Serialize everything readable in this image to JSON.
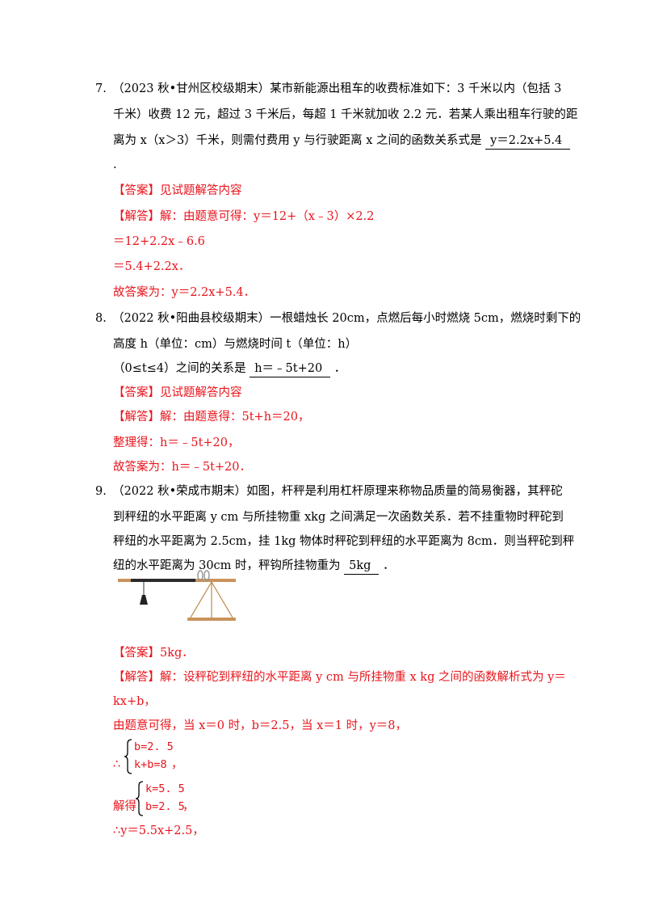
{
  "q7": {
    "line1": "7.　（2023 秋•甘州区校级期末）某市新能源出租车的收费标准如下：3 千米以内（包括 3",
    "line2": "千米）收费 12 元，超过 3 千米后，每超 1 千米就加收 2.2 元．若某人乘出租车行驶的距",
    "line3_a": "离为 x（x＞3）千米，则需付费用 y 与行驶距离 x 之间的函数关系式是",
    "line3_blank": "y＝2.2x+5.4",
    "line4": ".",
    "answer": "【答案】见试题解答内容",
    "sol1": "【解答】解：由题意可得：y＝12+（x﹣3）×2.2",
    "sol2": "＝12+2.2x﹣6.6",
    "sol3": "＝5.4+2.2x．",
    "sol4": "故答案为：y＝2.2x+5.4．"
  },
  "q8": {
    "line1": "8.　（2022 秋•阳曲县校级期末）一根蜡烛长 20cm，点燃后每小时燃烧 5cm，燃烧时剩下的",
    "line2": "高度 h（单位：cm）与燃烧时间 t（单位：h）",
    "line3_a": "（0≤t≤4）之间的关系是",
    "line3_blank": "h＝﹣5t+20",
    "line3_b": "．",
    "answer": "【答案】见试题解答内容",
    "sol1": "【解答】解：由题意得：5t+h＝20，",
    "sol2": "整理得：h＝﹣5t+20，",
    "sol3": "故答案为：h＝﹣5t+20．"
  },
  "q9": {
    "line1": "9.　（2022 秋•荣成市期末）如图，杆秤是利用杠杆原理来称物品质量的简易衡器，其秤砣",
    "line2": "到秤纽的水平距离 y cm 与所挂物重 xkg 之间满足一次函数关系．若不挂重物时秤砣到",
    "line3": "秤纽的水平距离为 2.5cm，挂 1kg 物体时秤砣到秤纽的水平距离为 8cm．则当秤砣到秤",
    "line4_a": "纽的水平距离为 30cm 时，秤钩所挂物重为",
    "line4_blank": "5kg",
    "line4_b": "．",
    "answer": "【答案】5kg．",
    "sol1": "【解答】解：设秤砣到秤纽的水平距离 y cm 与所挂物重 x kg 之间的函数解析式为 y＝",
    "sol2": "kx+b，",
    "sol3": "由题意可得，当 x＝0 时，b＝2.5，当 x＝1 时，y＝8，",
    "sys1_a": "b=2. 5",
    "sys1_b": "k+b=8",
    "sys1_pre": "∴",
    "sys1_post": "，",
    "sys2_pre": "解得",
    "sys2_a": "k=5. 5",
    "sys2_b": "b=2. 5",
    "sys2_post": "，",
    "sol4": "∴y＝5.5x+2.5，"
  }
}
